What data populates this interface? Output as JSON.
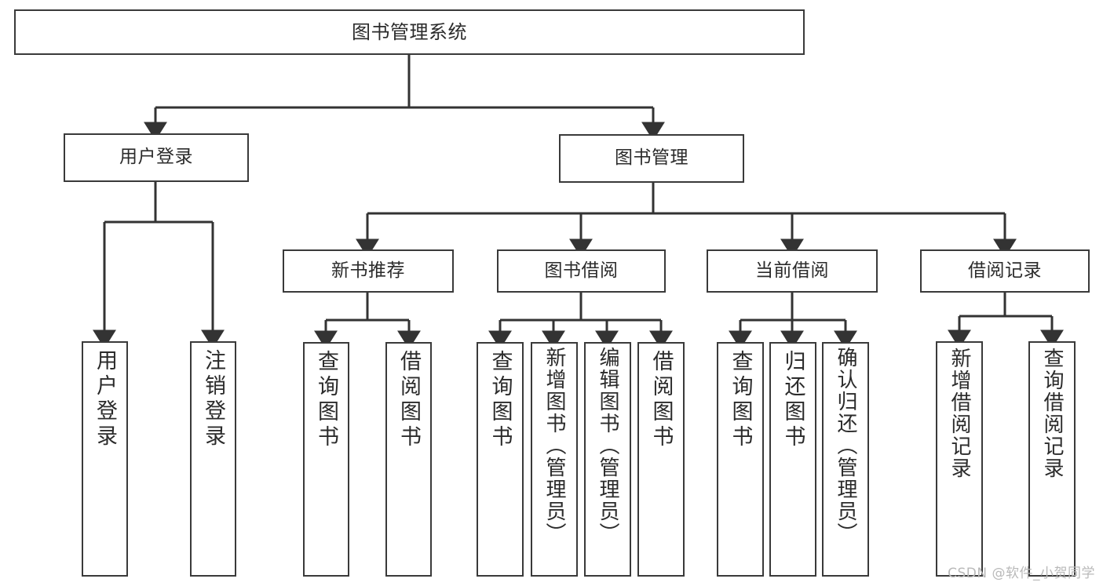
{
  "diagram": {
    "title": "图书管理系统",
    "type": "tree-hierarchy-diagram",
    "orientation": "top-down",
    "colors": {
      "box_stroke": "#3a3a3a",
      "box_fill": "#ffffff",
      "edge": "#333333",
      "text": "#2b2b2b",
      "watermark": "#b9b9b9",
      "background": "#ffffff"
    },
    "watermark": "CSDN @软件_小贺同学",
    "levels": {
      "level1": [
        {
          "id": "root",
          "label": "图书管理系统"
        }
      ],
      "level2": [
        {
          "id": "user-login",
          "label": "用户登录",
          "parent": "root"
        },
        {
          "id": "book-manage",
          "label": "图书管理",
          "parent": "root"
        }
      ],
      "level3": [
        {
          "id": "new-book-rec",
          "label": "新书推荐",
          "parent": "book-manage"
        },
        {
          "id": "book-borrow",
          "label": "图书借阅",
          "parent": "book-manage"
        },
        {
          "id": "current-borrow",
          "label": "当前借阅",
          "parent": "book-manage"
        },
        {
          "id": "borrow-record",
          "label": "借阅记录",
          "parent": "book-manage"
        }
      ],
      "leaves": [
        {
          "id": "leaf-user-login",
          "label": "用户登录",
          "parent": "user-login"
        },
        {
          "id": "leaf-logout-login",
          "label": "注销登录",
          "parent": "user-login"
        },
        {
          "id": "leaf-query-book-1",
          "label": "查询图书",
          "parent": "new-book-rec"
        },
        {
          "id": "leaf-borrow-book-1",
          "label": "借阅图书",
          "parent": "new-book-rec"
        },
        {
          "id": "leaf-query-book-2",
          "label": "查询图书",
          "parent": "book-borrow"
        },
        {
          "id": "leaf-add-book",
          "label": "新增图书（管理员）",
          "parent": "book-borrow"
        },
        {
          "id": "leaf-edit-book",
          "label": "编辑图书（管理员）",
          "parent": "book-borrow"
        },
        {
          "id": "leaf-borrow-book-2",
          "label": "借阅图书",
          "parent": "book-borrow"
        },
        {
          "id": "leaf-query-book-3",
          "label": "查询图书",
          "parent": "current-borrow"
        },
        {
          "id": "leaf-return-book",
          "label": "归还图书",
          "parent": "current-borrow"
        },
        {
          "id": "leaf-confirm-return",
          "label": "确认归还（管理员）",
          "parent": "current-borrow"
        },
        {
          "id": "leaf-add-record",
          "label": "新增借阅记录",
          "parent": "borrow-record"
        },
        {
          "id": "leaf-query-record",
          "label": "查询借阅记录",
          "parent": "borrow-record"
        }
      ]
    }
  }
}
